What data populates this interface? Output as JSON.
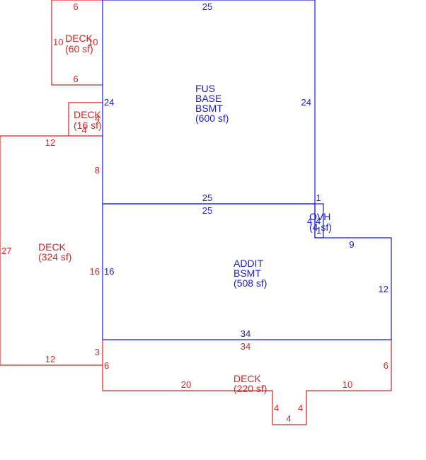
{
  "colors": {
    "house": "#1a1acc",
    "deck": "#dd2222",
    "background": "#ffffff"
  },
  "areas": {
    "fus_base": {
      "lines": [
        "FUS",
        "BASE",
        "BSMT",
        "(600 sf)"
      ]
    },
    "addit": {
      "lines": [
        "ADDIT",
        "BSMT",
        "(508 sf)"
      ]
    },
    "ovh": {
      "lines": [
        "OVH",
        "(4 sf)"
      ]
    },
    "deck_60": {
      "lines": [
        "DECK",
        "(60 sf)"
      ]
    },
    "deck_16": {
      "lines": [
        "DECK",
        "(16 sf)"
      ]
    },
    "deck_324": {
      "lines": [
        "DECK",
        "(324 sf)"
      ]
    },
    "deck_220": {
      "lines": [
        "DECK",
        "(220 sf)"
      ]
    }
  },
  "dims": {
    "fus_top": "25",
    "fus_left": "24",
    "fus_right": "24",
    "fus_bottom": "25",
    "addit_top": "25",
    "addit_left": "16",
    "addit_step": "9",
    "addit_right": "12",
    "addit_bottom": "34",
    "ovh_top": "1",
    "ovh_left": "4",
    "ovh_right": "4",
    "ovh_bottom": "1",
    "d60_top": "6",
    "d60_left": "10",
    "d60_right": "10",
    "d60_bottom": "6",
    "d16_right": "4",
    "d16_bottom": "4",
    "d324_top": "12",
    "d324_left": "27",
    "d324_upper_right": "8",
    "d324_mid_right": "16",
    "d324_lower_right": "3",
    "d324_bottom": "12",
    "d220_top": "34",
    "d220_left": "6",
    "d220_right": "6",
    "d220_bottom_left": "20",
    "d220_bottom_right": "10",
    "d220_notch_left": "4",
    "d220_notch_right": "4",
    "d220_notch_bottom": "4"
  }
}
